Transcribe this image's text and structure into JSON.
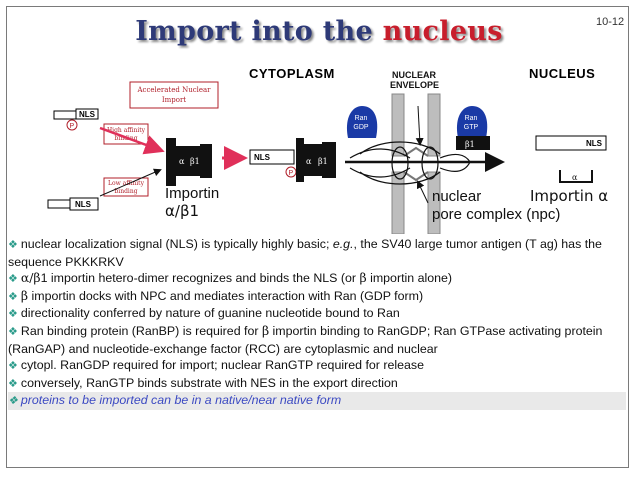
{
  "slide_number": "10-12",
  "title": {
    "part1": "Import into the ",
    "accent": "nucleus"
  },
  "diagram": {
    "cytoplasm_label": "CYTOPLASM",
    "nuclear_envelope_label_1": "NUCLEAR",
    "nuclear_envelope_label_2": "ENVELOPE",
    "nucleus_label": "NUCLEUS",
    "accelerated_box_1": "Accelerated Nuclear",
    "accelerated_box_2": "Import",
    "high_affinity_1": "High affinity",
    "high_affinity_2": "binding",
    "low_affinity_1": "Low affinity",
    "low_affinity_2": "binding",
    "nls": "NLS",
    "p": "P",
    "alpha": "α",
    "beta1": "β1",
    "importin_label_1": "Importin",
    "importin_label_2": "α/β1",
    "ran_gdp_1": "Ran",
    "ran_gdp_2": "GDP",
    "ran_gtp_1": "Ran",
    "ran_gtp_2": "GTP",
    "npc_label_1": "nuclear",
    "npc_label_2": "pore complex (npc)",
    "importin_alpha_label": "Importin α"
  },
  "bullets": [
    {
      "pre": "nuclear localization signal (NLS) is typically highly basic; ",
      "em": "e.g.",
      "post": ", the SV40 large tumor antigen (T ag) has the sequence PKKKRKV"
    },
    {
      "g1": "α/β",
      "post": "1 importin hetero-dimer recognizes and binds the NLS (or ",
      "g2": "β",
      "post2": " importin alone)"
    },
    {
      "g1": "β",
      "post": " importin docks with NPC and mediates interaction with Ran (GDP form)"
    },
    {
      "text": "directionality conferred by nature of guanine nucleotide bound to Ran"
    },
    {
      "pre": "Ran binding protein (RanBP) is required for ",
      "g1": "β",
      "post": " importin binding to RanGDP; Ran GTPase activating protein (RanGAP) and nucleotide-exchange factor (RCC) are cytoplasmic and nuclear"
    },
    {
      "text": "cytopl. RanGDP required for import; nuclear RanGTP required for release"
    },
    {
      "text": "conversely, RanGTP binds substrate with NES in the export direction"
    },
    {
      "text": "proteins to be imported can be in a native/near native form"
    }
  ],
  "colors": {
    "title": "#2e3a78",
    "accent": "#c81e2c",
    "label_teal": "#2a8c93",
    "bullet_marker": "#2a9b8a",
    "last_bullet": "#3b49c2"
  }
}
